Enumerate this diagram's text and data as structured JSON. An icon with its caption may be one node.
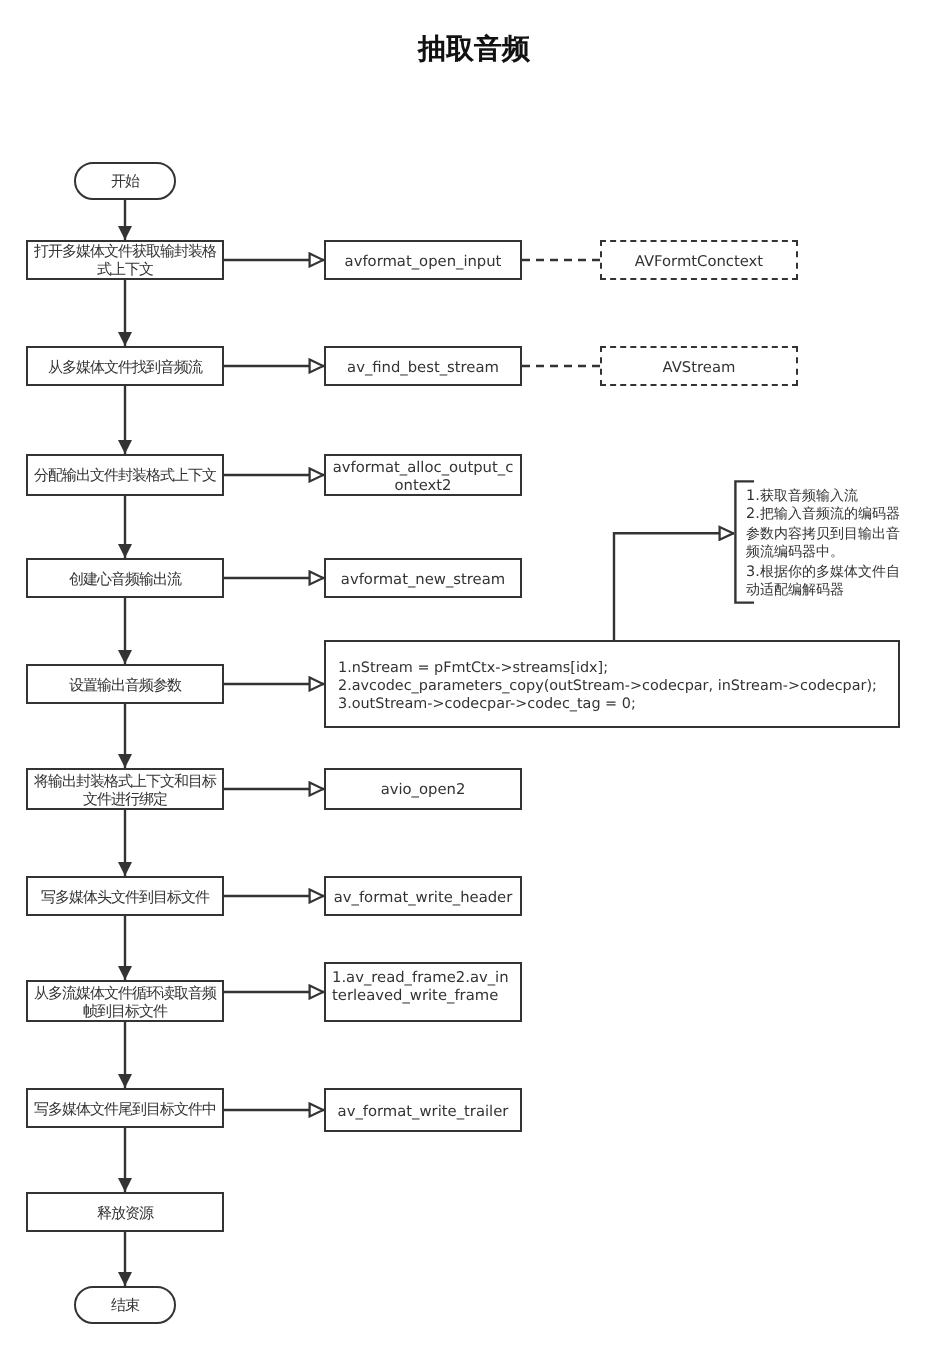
{
  "diagram": {
    "title": "抽取音频",
    "nodes": [
      {
        "text": [
          "开始"
        ]
      },
      {
        "text": [
          "打开多媒体文件获取输封装格式上下文"
        ]
      },
      {
        "text": [
          "avformat_open_input"
        ]
      },
      {
        "text": [
          "AVFormtConctext"
        ]
      },
      {
        "text": [
          "从多媒体文件找到音频流"
        ]
      },
      {
        "text": [
          "av_find_best_stream"
        ]
      },
      {
        "text": [
          "AVStream"
        ]
      },
      {
        "text": [
          "分配输出文件封装格式上下文"
        ]
      },
      {
        "text": [
          "avformat_alloc_output_context2"
        ]
      },
      {
        "text": [
          "1.获取音频输入流",
          "2.把输入音频流的编码器参数内容拷贝到目输出音频流编码器中。",
          "3.根据你的多媒体文件自动适配编解码器"
        ]
      },
      {
        "text": [
          "创建心音频输出流"
        ]
      },
      {
        "text": [
          "avformat_new_stream"
        ]
      },
      {
        "text": [
          "设置输出音频参数"
        ]
      },
      {
        "text": [
          "1.nStream = pFmtCtx->streams[idx];",
          "2.avcodec_parameters_copy(outStream->codecpar, inStream->codecpar);",
          "3.outStream->codecpar->codec_tag = 0;"
        ]
      },
      {
        "text": [
          "将输出封装格式上下文和目标文件进行绑定"
        ]
      },
      {
        "text": [
          "avio_open2"
        ]
      },
      {
        "text": [
          "写多媒体头文件到目标文件"
        ]
      },
      {
        "text": [
          "av_format_write_header"
        ]
      },
      {
        "text": [
          "从多流媒体文件循环读取音频帧到目标文件"
        ]
      },
      {
        "text": [
          "1.av_read_frame2.av_interleaved_write_frame"
        ]
      },
      {
        "text": [
          "写多媒体文件尾到目标文件中"
        ]
      },
      {
        "text": [
          "av_format_write_trailer"
        ]
      },
      {
        "text": [
          "释放资源"
        ]
      },
      {
        "text": [
          "结束"
        ]
      }
    ],
    "edges": [
      {
        "from": 0,
        "to": 1,
        "arrow": "to"
      },
      {
        "from": 1,
        "to": 4,
        "arrow": "to"
      },
      {
        "from": 4,
        "to": 7,
        "arrow": "to"
      },
      {
        "from": 7,
        "to": 10,
        "arrow": "to"
      },
      {
        "from": 10,
        "to": 12,
        "arrow": "to"
      },
      {
        "from": 12,
        "to": 14,
        "arrow": "to"
      },
      {
        "from": 14,
        "to": 16,
        "arrow": "to"
      },
      {
        "from": 16,
        "to": 18,
        "arrow": "to"
      },
      {
        "from": 18,
        "to": 20,
        "arrow": "to"
      },
      {
        "from": 20,
        "to": 22,
        "arrow": "to"
      },
      {
        "from": 22,
        "to": 23,
        "arrow": "to"
      },
      {
        "from": 1,
        "to": 2,
        "arrow": "to"
      },
      {
        "from": 2,
        "to": 3,
        "arrow": "none",
        "style": "dashed"
      },
      {
        "from": 4,
        "to": 5,
        "arrow": "to"
      },
      {
        "from": 5,
        "to": 6,
        "arrow": "none",
        "style": "dashed"
      },
      {
        "from": 7,
        "to": 8,
        "arrow": "to"
      },
      {
        "from": 10,
        "to": 11,
        "arrow": "to"
      },
      {
        "from": 12,
        "to": 13,
        "arrow": "to"
      },
      {
        "from": 13,
        "to": 9,
        "arrow": "to"
      },
      {
        "from": 14,
        "to": 15,
        "arrow": "to"
      },
      {
        "from": 16,
        "to": 17,
        "arrow": "to"
      },
      {
        "from": 18,
        "to": 19,
        "arrow": "to"
      },
      {
        "from": 20,
        "to": 21,
        "arrow": "to"
      }
    ]
  }
}
